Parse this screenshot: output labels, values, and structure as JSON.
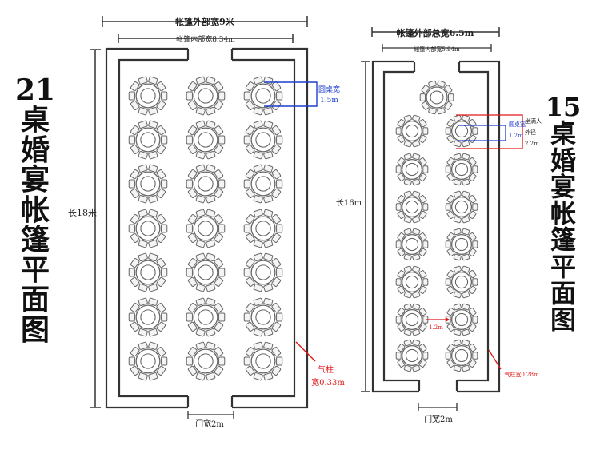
{
  "left": {
    "title_num": "21",
    "title_chars": [
      "桌",
      "婚",
      "宴",
      "帐",
      "篷",
      "平",
      "面",
      "图"
    ],
    "outer_width": "帐篷外部宽9米",
    "inner_width": "帐篷内部宽8.34m",
    "length": "长18米",
    "table_diameter_label": "圆桌宽",
    "table_diameter_value": "1.5m",
    "pillar_label": "气柱",
    "pillar_value": "宽0.33m",
    "door": "门宽2m",
    "rows": 7,
    "cols": 3
  },
  "right": {
    "title_num": "15",
    "title_chars": [
      "桌",
      "婚",
      "宴",
      "帐",
      "篷",
      "平",
      "面",
      "图"
    ],
    "outer_width": "帐篷外部总宽6.5m",
    "inner_width": "帐篷内部宽5.94m",
    "length": "长16m",
    "table_diameter_label": "圆桌宽",
    "table_diameter_value": "1.2m",
    "seat_label_1": "坐满人",
    "seat_label_2": "外径",
    "seat_label_3": "2.2m",
    "gap_label": "1.2m",
    "pillar_label": "气柱宽0.28m",
    "door": "门宽2m",
    "rows": 7,
    "cols": 2
  },
  "colors": {
    "outline": "#333333",
    "dimension": "#222222",
    "annotation_blue": "#1e3fd0",
    "annotation_red": "#e01818",
    "table_stroke": "#666666"
  }
}
